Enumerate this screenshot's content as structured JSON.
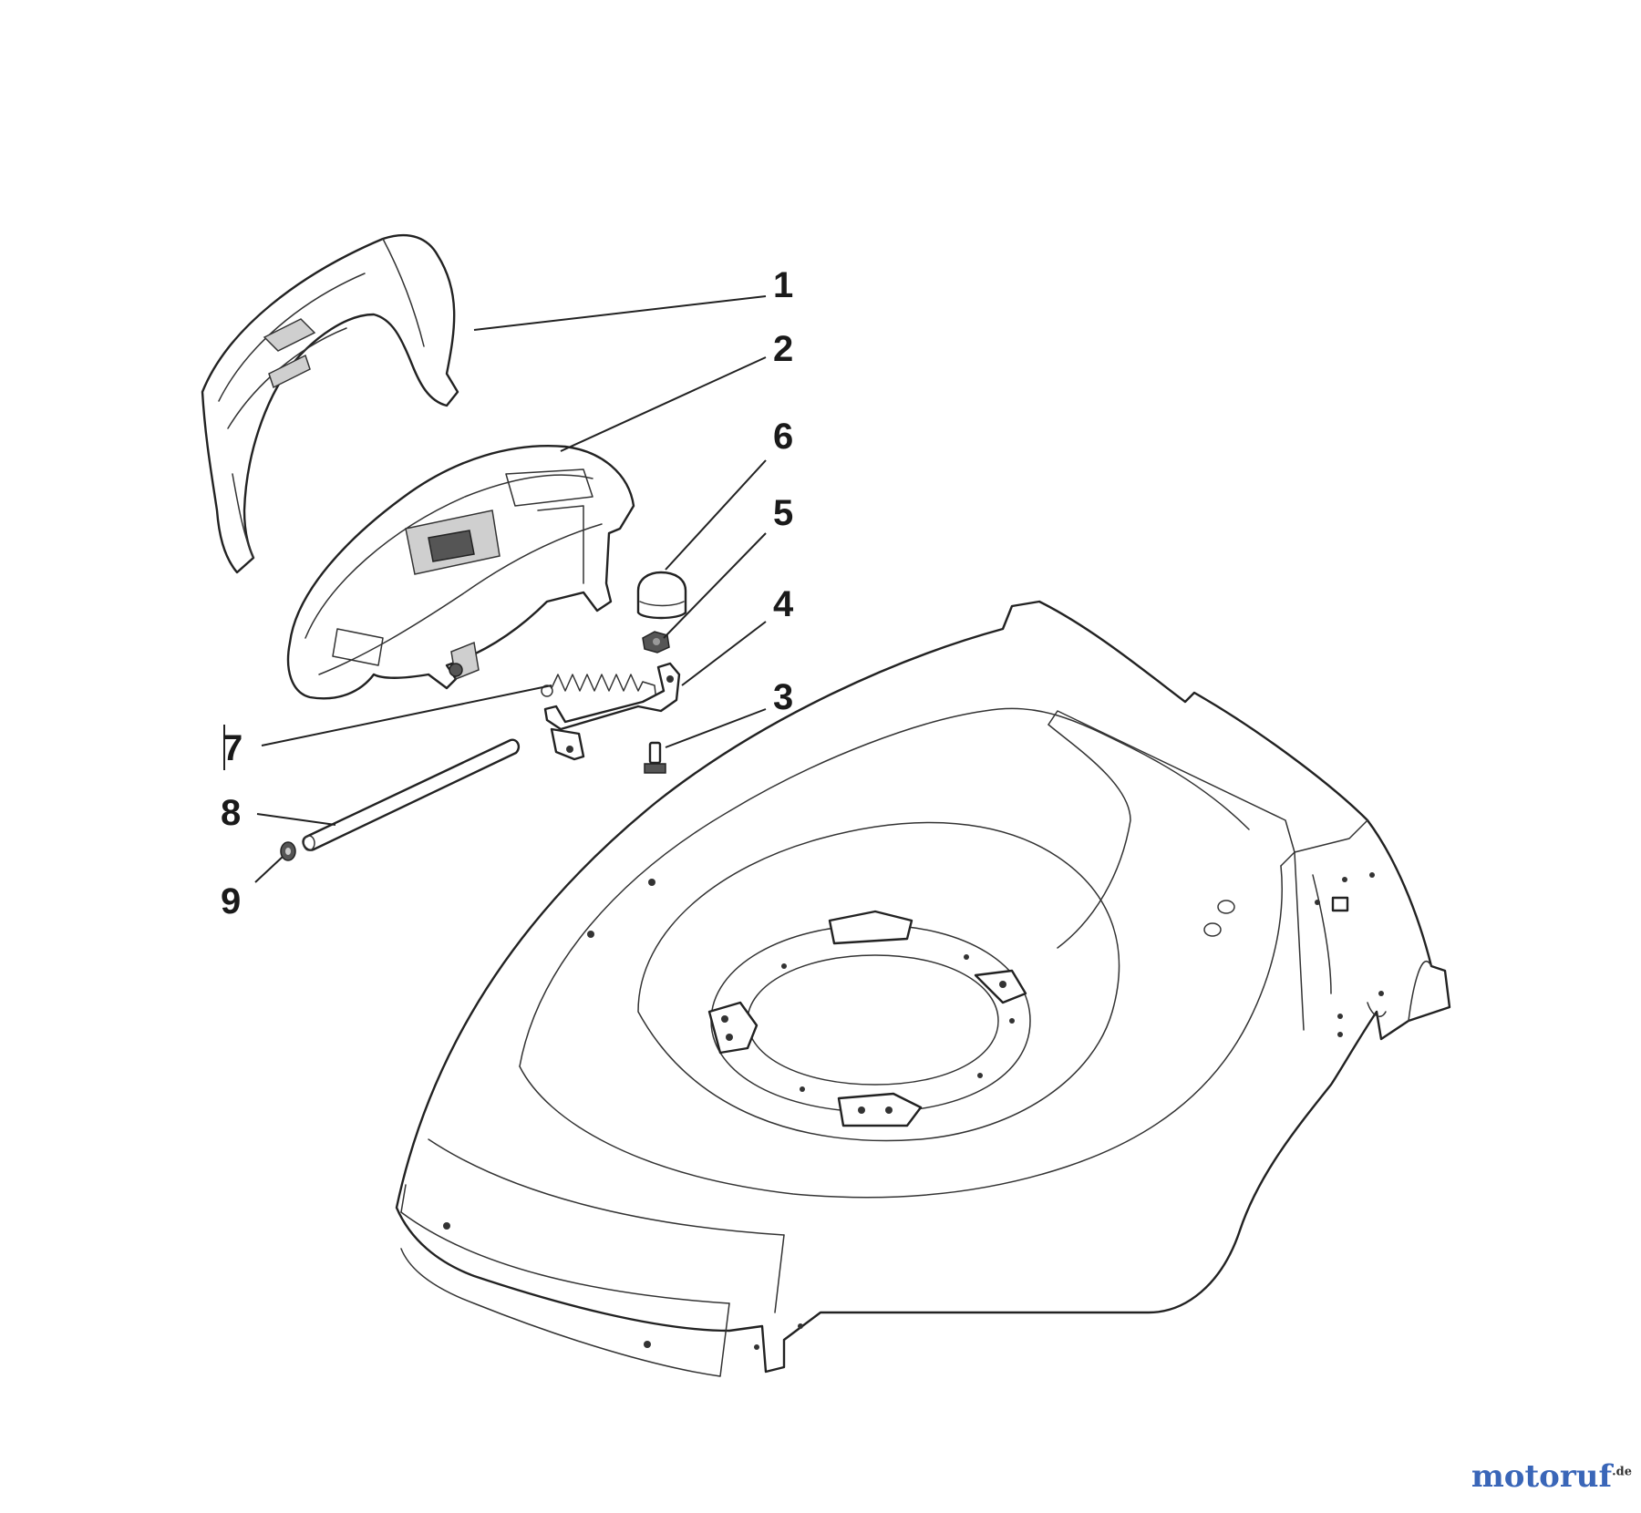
{
  "parts": [
    {
      "number": "1"
    },
    {
      "number": "2"
    },
    {
      "number": "3"
    },
    {
      "number": "4"
    },
    {
      "number": "5"
    },
    {
      "number": "6"
    },
    {
      "number": "7"
    },
    {
      "number": "8"
    },
    {
      "number": "9"
    }
  ],
  "watermark": {
    "brand": "motoruf",
    "tld": ".de"
  },
  "colors": {
    "line": "#222222",
    "background": "#ffffff",
    "watermark_blue": "#3a66b8",
    "watermark_accent": "#c9a227"
  }
}
